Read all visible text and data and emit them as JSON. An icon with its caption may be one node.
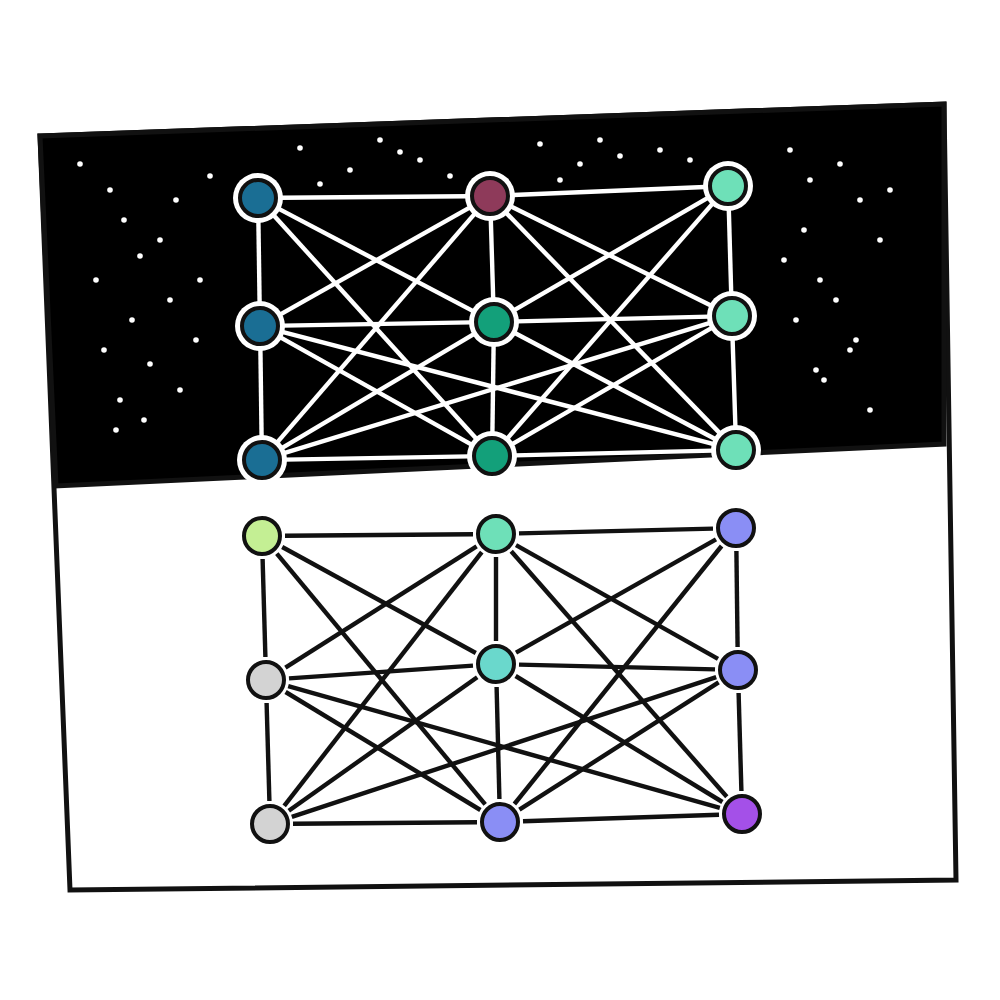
{
  "diagram": {
    "nodes": [
      {
        "text": [],
        "shape": "circle"
      },
      {
        "text": [],
        "shape": "circle"
      },
      {
        "text": [],
        "shape": "circle"
      },
      {
        "text": [],
        "shape": "circle"
      },
      {
        "text": [],
        "shape": "circle"
      },
      {
        "text": [],
        "shape": "circle"
      },
      {
        "text": [],
        "shape": "circle"
      },
      {
        "text": [],
        "shape": "circle"
      },
      {
        "text": [],
        "shape": "circle"
      },
      {
        "text": [],
        "shape": "circle"
      },
      {
        "text": [],
        "shape": "circle"
      },
      {
        "text": [],
        "shape": "circle"
      },
      {
        "text": [],
        "shape": "circle"
      },
      {
        "text": [],
        "shape": "circle"
      },
      {
        "text": [],
        "shape": "circle"
      },
      {
        "text": [],
        "shape": "circle"
      },
      {
        "text": [],
        "shape": "circle"
      },
      {
        "text": [],
        "shape": "circle"
      }
    ],
    "edges": [
      {
        "from": 0,
        "to": 1,
        "arrow": "none",
        "color": "#ffffff"
      },
      {
        "from": 1,
        "to": 2,
        "arrow": "none",
        "color": "#ffffff"
      },
      {
        "from": 3,
        "to": 4,
        "arrow": "none",
        "color": "#ffffff"
      },
      {
        "from": 4,
        "to": 5,
        "arrow": "none",
        "color": "#ffffff"
      },
      {
        "from": 6,
        "to": 7,
        "arrow": "none",
        "color": "#ffffff"
      },
      {
        "from": 7,
        "to": 8,
        "arrow": "none",
        "color": "#ffffff"
      },
      {
        "from": 0,
        "to": 3,
        "arrow": "none",
        "color": "#ffffff"
      },
      {
        "from": 3,
        "to": 6,
        "arrow": "none",
        "color": "#ffffff"
      },
      {
        "from": 1,
        "to": 4,
        "arrow": "none",
        "color": "#ffffff"
      },
      {
        "from": 4,
        "to": 7,
        "arrow": "none",
        "color": "#ffffff"
      },
      {
        "from": 2,
        "to": 5,
        "arrow": "none",
        "color": "#ffffff"
      },
      {
        "from": 5,
        "to": 8,
        "arrow": "none",
        "color": "#ffffff"
      },
      {
        "from": 0,
        "to": 4,
        "arrow": "none",
        "color": "#ffffff"
      },
      {
        "from": 0,
        "to": 7,
        "arrow": "none",
        "color": "#ffffff"
      },
      {
        "from": 1,
        "to": 3,
        "arrow": "none",
        "color": "#ffffff"
      },
      {
        "from": 1,
        "to": 6,
        "arrow": "none",
        "color": "#ffffff"
      },
      {
        "from": 1,
        "to": 5,
        "arrow": "none",
        "color": "#ffffff"
      },
      {
        "from": 1,
        "to": 8,
        "arrow": "none",
        "color": "#ffffff"
      },
      {
        "from": 2,
        "to": 4,
        "arrow": "none",
        "color": "#ffffff"
      },
      {
        "from": 2,
        "to": 7,
        "arrow": "none",
        "color": "#ffffff"
      },
      {
        "from": 3,
        "to": 7,
        "arrow": "none",
        "color": "#ffffff"
      },
      {
        "from": 3,
        "to": 8,
        "arrow": "none",
        "color": "#ffffff"
      },
      {
        "from": 4,
        "to": 6,
        "arrow": "none",
        "color": "#ffffff"
      },
      {
        "from": 4,
        "to": 8,
        "arrow": "none",
        "color": "#ffffff"
      },
      {
        "from": 5,
        "to": 6,
        "arrow": "none",
        "color": "#ffffff"
      },
      {
        "from": 5,
        "to": 7,
        "arrow": "none",
        "color": "#ffffff"
      },
      {
        "from": 9,
        "to": 10,
        "arrow": "none",
        "color": "#111111"
      },
      {
        "from": 10,
        "to": 11,
        "arrow": "none",
        "color": "#111111"
      },
      {
        "from": 12,
        "to": 13,
        "arrow": "none",
        "color": "#111111"
      },
      {
        "from": 13,
        "to": 14,
        "arrow": "none",
        "color": "#111111"
      },
      {
        "from": 15,
        "to": 16,
        "arrow": "none",
        "color": "#111111"
      },
      {
        "from": 16,
        "to": 17,
        "arrow": "none",
        "color": "#111111"
      },
      {
        "from": 9,
        "to": 12,
        "arrow": "none",
        "color": "#111111"
      },
      {
        "from": 12,
        "to": 15,
        "arrow": "none",
        "color": "#111111"
      },
      {
        "from": 10,
        "to": 13,
        "arrow": "none",
        "color": "#111111"
      },
      {
        "from": 13,
        "to": 16,
        "arrow": "none",
        "color": "#111111"
      },
      {
        "from": 11,
        "to": 14,
        "arrow": "none",
        "color": "#111111"
      },
      {
        "from": 14,
        "to": 17,
        "arrow": "none",
        "color": "#111111"
      },
      {
        "from": 9,
        "to": 13,
        "arrow": "none",
        "color": "#111111"
      },
      {
        "from": 9,
        "to": 16,
        "arrow": "none",
        "color": "#111111"
      },
      {
        "from": 10,
        "to": 12,
        "arrow": "none",
        "color": "#111111"
      },
      {
        "from": 10,
        "to": 15,
        "arrow": "none",
        "color": "#111111"
      },
      {
        "from": 10,
        "to": 14,
        "arrow": "none",
        "color": "#111111"
      },
      {
        "from": 10,
        "to": 17,
        "arrow": "none",
        "color": "#111111"
      },
      {
        "from": 11,
        "to": 13,
        "arrow": "none",
        "color": "#111111"
      },
      {
        "from": 11,
        "to": 16,
        "arrow": "none",
        "color": "#111111"
      },
      {
        "from": 12,
        "to": 16,
        "arrow": "none",
        "color": "#111111"
      },
      {
        "from": 12,
        "to": 17,
        "arrow": "none",
        "color": "#111111"
      },
      {
        "from": 13,
        "to": 15,
        "arrow": "none",
        "color": "#111111"
      },
      {
        "from": 13,
        "to": 17,
        "arrow": "none",
        "color": "#111111"
      },
      {
        "from": 14,
        "to": 15,
        "arrow": "none",
        "color": "#111111"
      },
      {
        "from": 14,
        "to": 16,
        "arrow": "none",
        "color": "#111111"
      }
    ]
  }
}
